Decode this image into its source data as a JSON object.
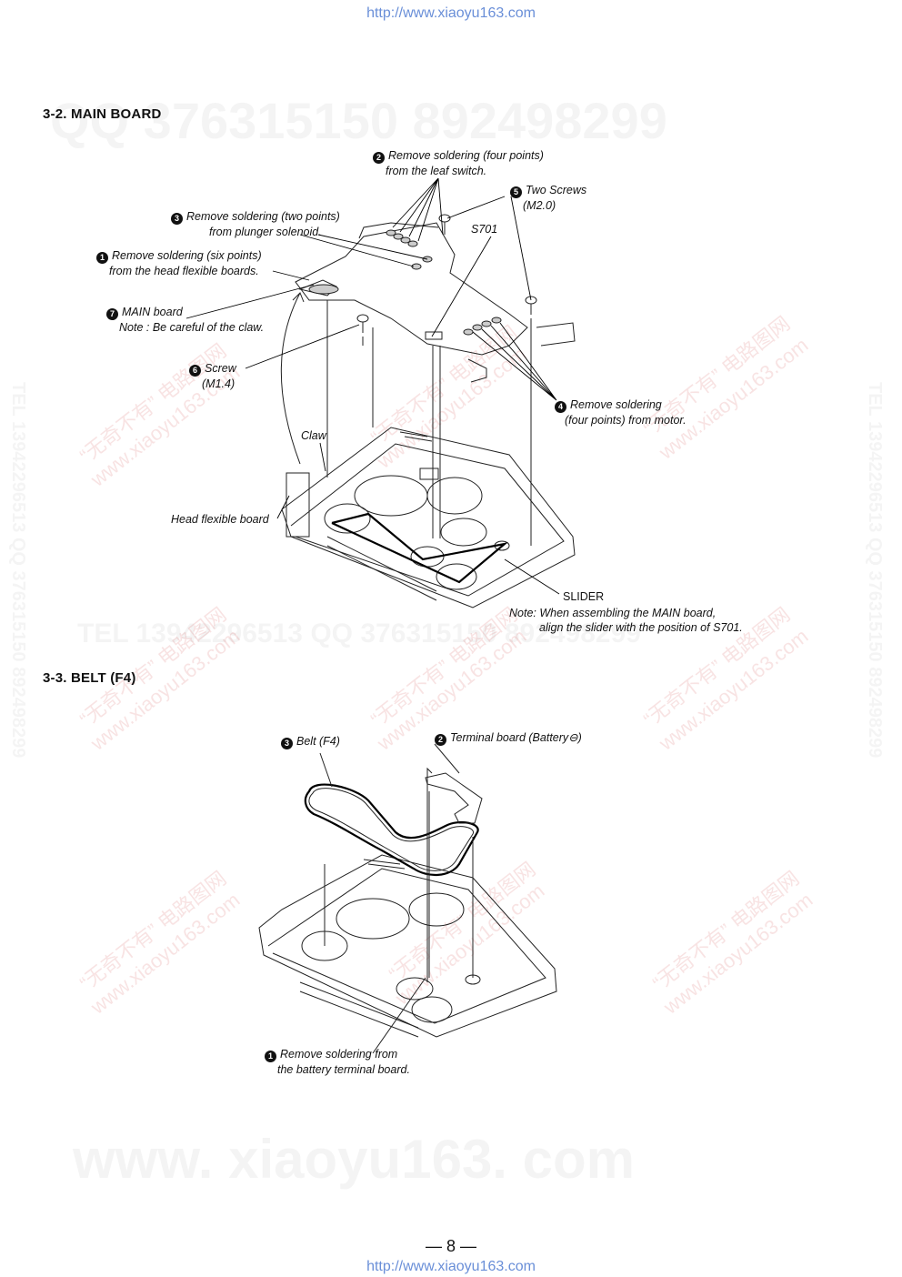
{
  "header_url": "http://www.xiaoyu163.com",
  "footer_url": "http://www.xiaoyu163.com",
  "page_number": "— 8 —",
  "watermarks": {
    "qq": "QQ 376315150   892498299",
    "tel": "TEL 13942296513   QQ 376315150   892498299",
    "side": "TEL 13942296513 QQ 376315150 892498299",
    "big": "www. xiaoyu163. com",
    "cn1": "“无奇不有” 电路图网",
    "cn2": "www.xiaoyu163.com"
  },
  "section_main": {
    "title": "3-2. MAIN BOARD",
    "callouts": [
      {
        "num": "2",
        "line1": "Remove soldering (four points)",
        "line2": "from the leaf switch."
      },
      {
        "num": "5",
        "line1": "Two Screws",
        "line2": "(M2.0)"
      },
      {
        "num": "3",
        "line1": "Remove soldering (two points)",
        "line2": "from plunger solenoid."
      },
      {
        "num": "1",
        "line1": "Remove soldering (six points)",
        "line2": "from the head flexible boards."
      },
      {
        "num": "7",
        "line1": "MAIN board",
        "line2": "Note : Be careful of the claw."
      },
      {
        "num": "6",
        "line1": "Screw",
        "line2": "(M1.4)"
      },
      {
        "num": "4",
        "line1": "Remove soldering",
        "line2": "(four points) from motor."
      }
    ],
    "s701": "S701",
    "claw": "Claw",
    "head_flex": "Head flexible board",
    "slider": "SLIDER",
    "note_line1": "Note: When assembling the MAIN board,",
    "note_line2": "align the slider with the position of S701."
  },
  "section_belt": {
    "title": "3-3. BELT (F4)",
    "callouts": [
      {
        "num": "3",
        "line1": "Belt (F4)"
      },
      {
        "num": "2",
        "line1": "Terminal board (Battery⊖)"
      },
      {
        "num": "1",
        "line1": "Remove soldering from",
        "line2": "the battery terminal board."
      }
    ]
  }
}
